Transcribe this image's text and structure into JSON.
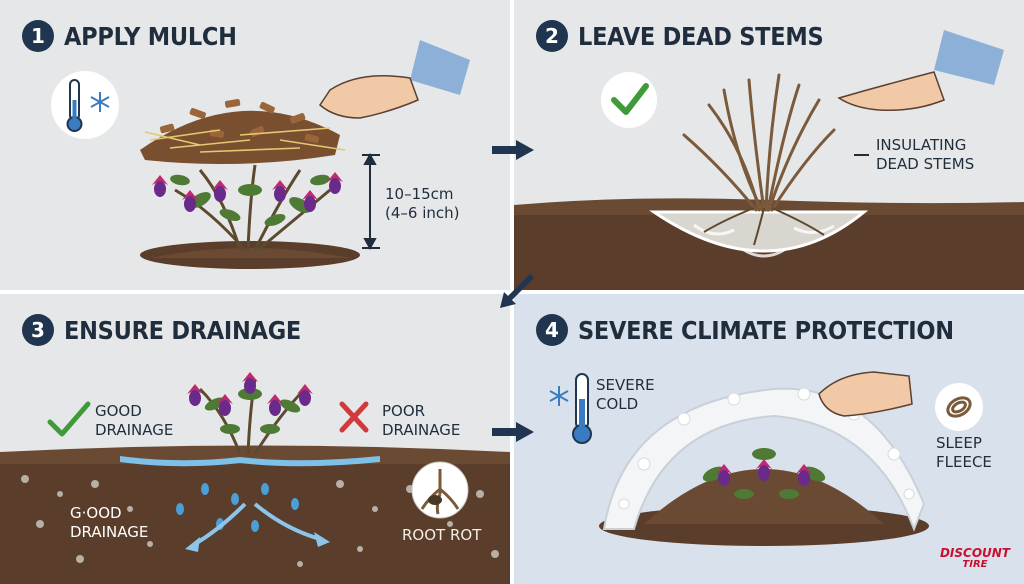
{
  "steps": [
    {
      "number": "1",
      "title": "APPLY MULCH",
      "measure_line1": "10–15cm",
      "measure_line2": "(4–6 inch)"
    },
    {
      "number": "2",
      "title": "LEAVE DEAD STEMS",
      "note_line1": "INSULATING",
      "note_line2": "DEAD STEMS"
    },
    {
      "number": "3",
      "title": "ENSURE DRAINAGE",
      "good_line1": "GOOD",
      "good_line2": "DRAINAGE",
      "poor_line1": "POOR",
      "poor_line2": "DRAINAGE",
      "soil_line1": "G·OOD",
      "soil_line2": "DRAINAGE",
      "root_label": "ROOT ROT"
    },
    {
      "number": "4",
      "title": "SEVERE CLIMATE PROTECTION",
      "cold_line1": "SEVERE",
      "cold_line2": "COLD",
      "fleece_line1": "SLEEP",
      "fleece_line2": "FLEECE"
    }
  ],
  "logo": {
    "line1": "DISCOUNT",
    "line2": "TIRE"
  },
  "colors": {
    "badge": "#1f3550",
    "check": "#3f9a3a",
    "cross": "#d03a3a",
    "soil": "#5a3d2a",
    "flower": "#c2286e",
    "petal_inner": "#6a2a8c",
    "water": "#4a9fd6",
    "panel_bg": "#e6e7e8",
    "winter_bg": "#d9e2ec"
  },
  "icons": [
    "thermometer-snowflake-icon",
    "check-icon",
    "cross-icon",
    "root-rot-icon",
    "rope-icon",
    "hand-icon",
    "flow-arrow-icon"
  ]
}
